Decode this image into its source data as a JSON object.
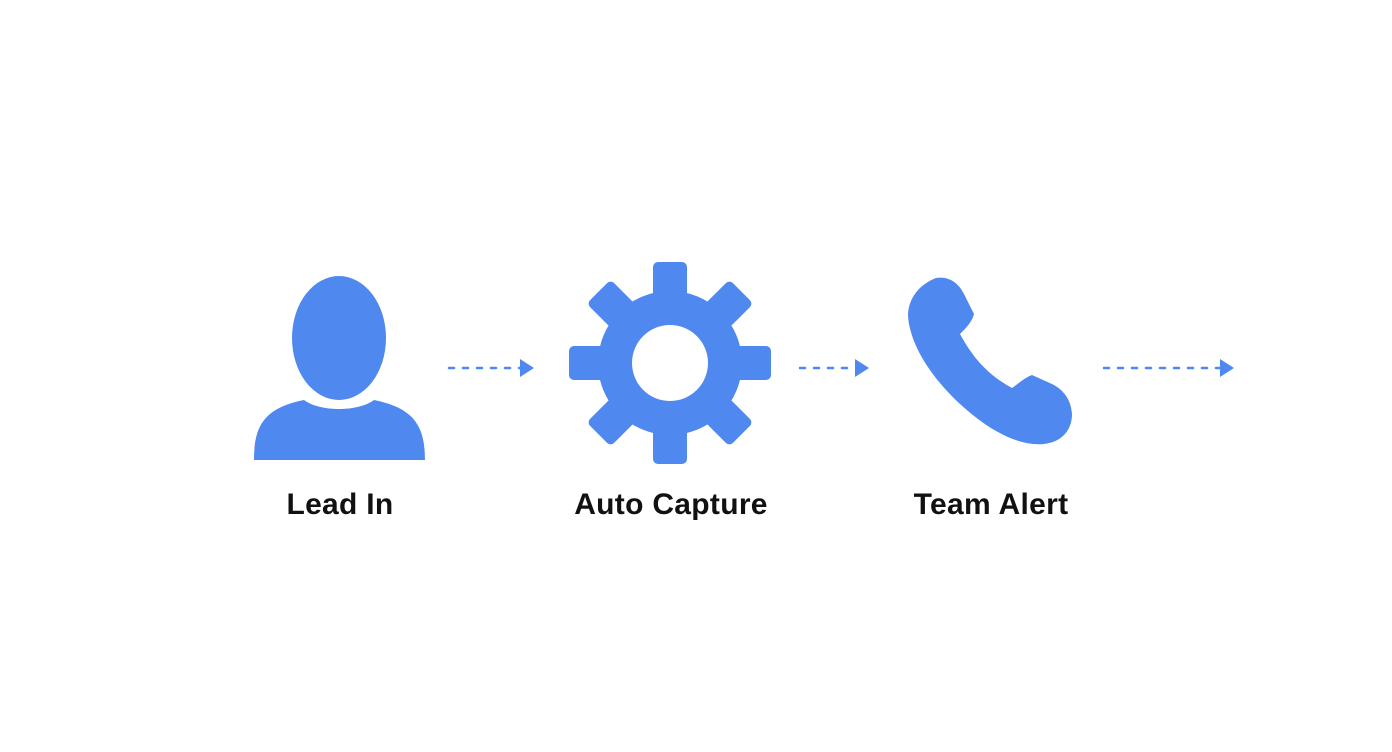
{
  "colors": {
    "accent": "#4f88ef",
    "label": "#111111",
    "background": "#ffffff"
  },
  "steps": [
    {
      "label": "Lead In",
      "icon": "person-icon"
    },
    {
      "label": "Auto Capture",
      "icon": "gear-icon"
    },
    {
      "label": "Team Alert",
      "icon": "phone-icon"
    }
  ],
  "arrows": [
    {
      "icon": "dotted-arrow-icon"
    },
    {
      "icon": "dotted-arrow-icon"
    },
    {
      "icon": "dotted-arrow-icon"
    }
  ]
}
